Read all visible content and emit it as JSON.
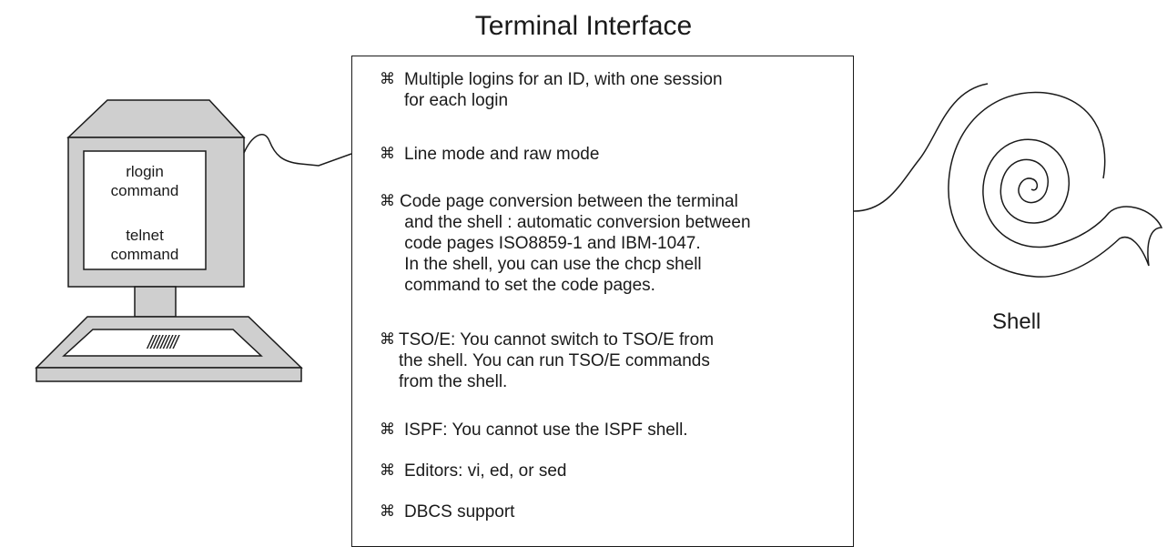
{
  "title": "Terminal Interface",
  "computer": {
    "line1": "rlogin",
    "line2": "command",
    "line3": "telnet",
    "line4": "command",
    "keyboard_keys": "/////////"
  },
  "shell_label": "Shell",
  "bullet_glyph": "⌘",
  "features": [
    {
      "text": "Multiple logins for an ID, with one session\nfor each login"
    },
    {
      "text": "Line mode and raw mode"
    },
    {
      "text": "Code page conversion between the terminal\n and the shell : automatic conversion between\n code pages ISO8859-1 and IBM-1047.\n In the shell, you can use the chcp shell\n command to set the code pages."
    },
    {
      "text": "TSO/E: You cannot switch to TSO/E from\nthe shell. You can run TSO/E commands\nfrom the shell."
    },
    {
      "text": "ISPF: You cannot use the ISPF shell."
    },
    {
      "text": "Editors: vi, ed, or sed"
    },
    {
      "text": "DBCS support"
    }
  ],
  "colors": {
    "device_fill": "#cfcfcf",
    "line": "#1a1a1a"
  }
}
